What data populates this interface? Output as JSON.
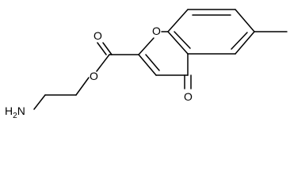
{
  "molecule": {
    "atoms": {
      "ring_oxygen": "O",
      "ester_carbonyl_oxygen": "O",
      "ester_oxygen": "O",
      "ketone_oxygen": "O",
      "amine": {
        "main": "H",
        "subscript": "2",
        "element": "N"
      }
    }
  }
}
